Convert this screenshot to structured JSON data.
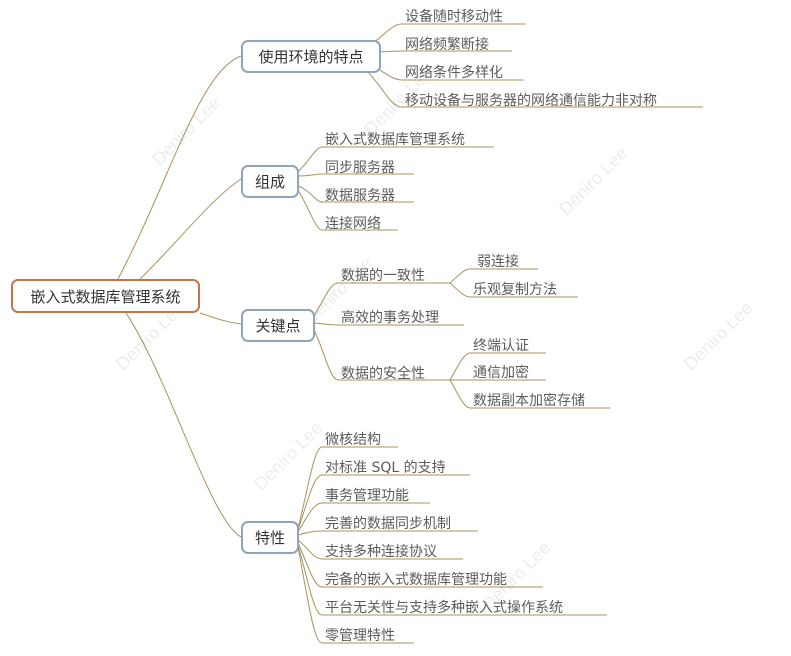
{
  "mindmap": {
    "root": "嵌入式数据库管理系统",
    "branches": [
      {
        "label": "使用环境的特点",
        "children": [
          "设备随时移动性",
          "网络频繁断接",
          "网络条件多样化",
          "移动设备与服务器的网络通信能力非对称"
        ]
      },
      {
        "label": "组成",
        "children": [
          "嵌入式数据库管理系统",
          "同步服务器",
          "数据服务器",
          "连接网络"
        ]
      },
      {
        "label": "关键点",
        "children": [
          {
            "label": "数据的一致性",
            "children": [
              "弱连接",
              "乐观复制方法"
            ]
          },
          {
            "label": "高效的事务处理"
          },
          {
            "label": "数据的安全性",
            "children": [
              "终端认证",
              "通信加密",
              "数据副本加密存储"
            ]
          }
        ]
      },
      {
        "label": "特性",
        "children": [
          "微核结构",
          "对标准 SQL 的支持",
          "事务管理功能",
          "完善的数据同步机制",
          "支持多种连接协议",
          "完备的嵌入式数据库管理功能",
          "平台无关性与支持多种嵌入式操作系统",
          "零管理特性"
        ]
      }
    ]
  },
  "watermark": "Deniro Lee",
  "colors": {
    "root_border": "#c0774a",
    "branch_border": "#8ea4b8",
    "connector": "#a8925f"
  }
}
